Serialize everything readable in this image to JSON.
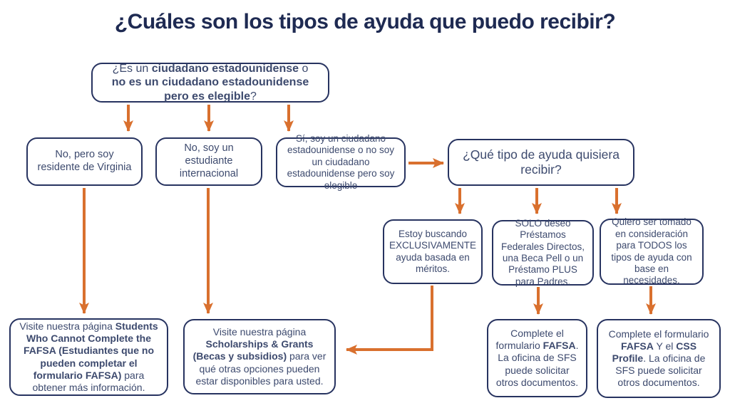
{
  "title": "¿Cuáles son los tipos de ayuda que puedo recibir?",
  "colors": {
    "title_navy": "#1e2a52",
    "border_navy": "#273360",
    "text_navy": "#3d4a6e",
    "arrow_orange": "#d9702e",
    "background": "#ffffff"
  },
  "nodes": {
    "citizenship_question": {
      "seg1": "¿Es un ",
      "seg2": "ciudadano estadounidense",
      "seg3": " o",
      "seg4": "no es un ciudadano estadounidense",
      "seg5": "pero es elegible",
      "seg6": "?"
    },
    "resident_virginia": {
      "text": "No, pero soy residente de Virginia"
    },
    "international_student": {
      "text": "No, soy un estudiante internacional"
    },
    "citizen_or_eligible": {
      "text": "Sí, soy un ciudadano estadounidense o no soy un ciudadano estadounidense pero soy elegible"
    },
    "aid_type_question": {
      "text": "¿Qué tipo de ayuda quisiera recibir?"
    },
    "merit_only": {
      "text": "Estoy buscando EXCLUSIVAMENTE ayuda basada en méritos."
    },
    "federal_loans_only": {
      "text": "SOLO deseo Préstamos Federales Directos, una Beca Pell o un Préstamo PLUS para Padres."
    },
    "all_need_based": {
      "text": "Quiero ser tomado en consideración para TODOS los tipos de ayuda con base en necesidades."
    },
    "visit_fafsa_page": {
      "seg1": "Visite nuestra página ",
      "seg2": "Students Who Cannot Complete the FAFSA (Estudiantes que no pueden completar el formulario FAFSA)",
      "seg3": " para obtener más información."
    },
    "visit_scholarships_page": {
      "seg1": "Visite nuestra página ",
      "seg2": "Scholarships & Grants (Becas y subsidios)",
      "seg3": " para ver qué otras opciones pueden estar disponibles para usted."
    },
    "complete_fafsa": {
      "seg1": "Complete el formulario ",
      "seg2": "FAFSA",
      "seg3": ". La oficina de SFS puede solicitar otros documentos."
    },
    "complete_fafsa_css": {
      "seg1": "Complete el formulario ",
      "seg2": "FAFSA",
      "seg3": " Y el ",
      "seg4": "CSS Profile",
      "seg5": ". La oficina de SFS puede solicitar otros documentos."
    }
  }
}
